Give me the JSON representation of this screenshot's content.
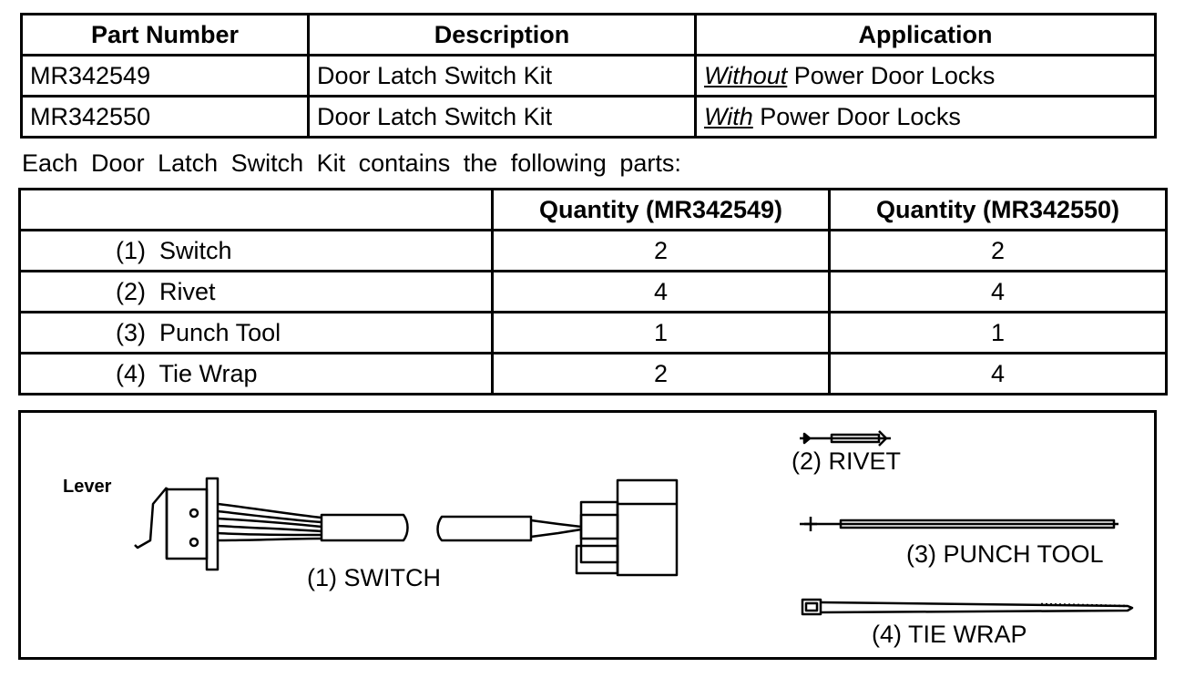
{
  "parts_table": {
    "headers": [
      "Part Number",
      "Description",
      "Application"
    ],
    "rows": [
      {
        "part_number": "MR342549",
        "description": "Door Latch Switch Kit",
        "application_emphasis": "Without",
        "application_rest": " Power Door Locks"
      },
      {
        "part_number": "MR342550",
        "description": "Door Latch Switch Kit",
        "application_emphasis": "With",
        "application_rest": " Power Door Locks"
      }
    ]
  },
  "kit_caption": "Each Door Latch Switch Kit contains the following parts:",
  "contents_table": {
    "headers": [
      "",
      "Quantity (MR342549)",
      "Quantity (MR342550)"
    ],
    "rows": [
      {
        "item": "(1)  Switch",
        "qty_549": "2",
        "qty_550": "2"
      },
      {
        "item": "(2)  Rivet",
        "qty_549": "4",
        "qty_550": "4"
      },
      {
        "item": "(3)  Punch Tool",
        "qty_549": "1",
        "qty_550": "1"
      },
      {
        "item": "(4)  Tie Wrap",
        "qty_549": "2",
        "qty_550": "4"
      }
    ]
  },
  "illustration": {
    "lever_label": "Lever",
    "switch_label": "(1) SWITCH",
    "rivet_label": "(2) RIVET",
    "punch_tool_label": "(3) PUNCH TOOL",
    "tie_wrap_label": "(4) TIE WRAP"
  }
}
